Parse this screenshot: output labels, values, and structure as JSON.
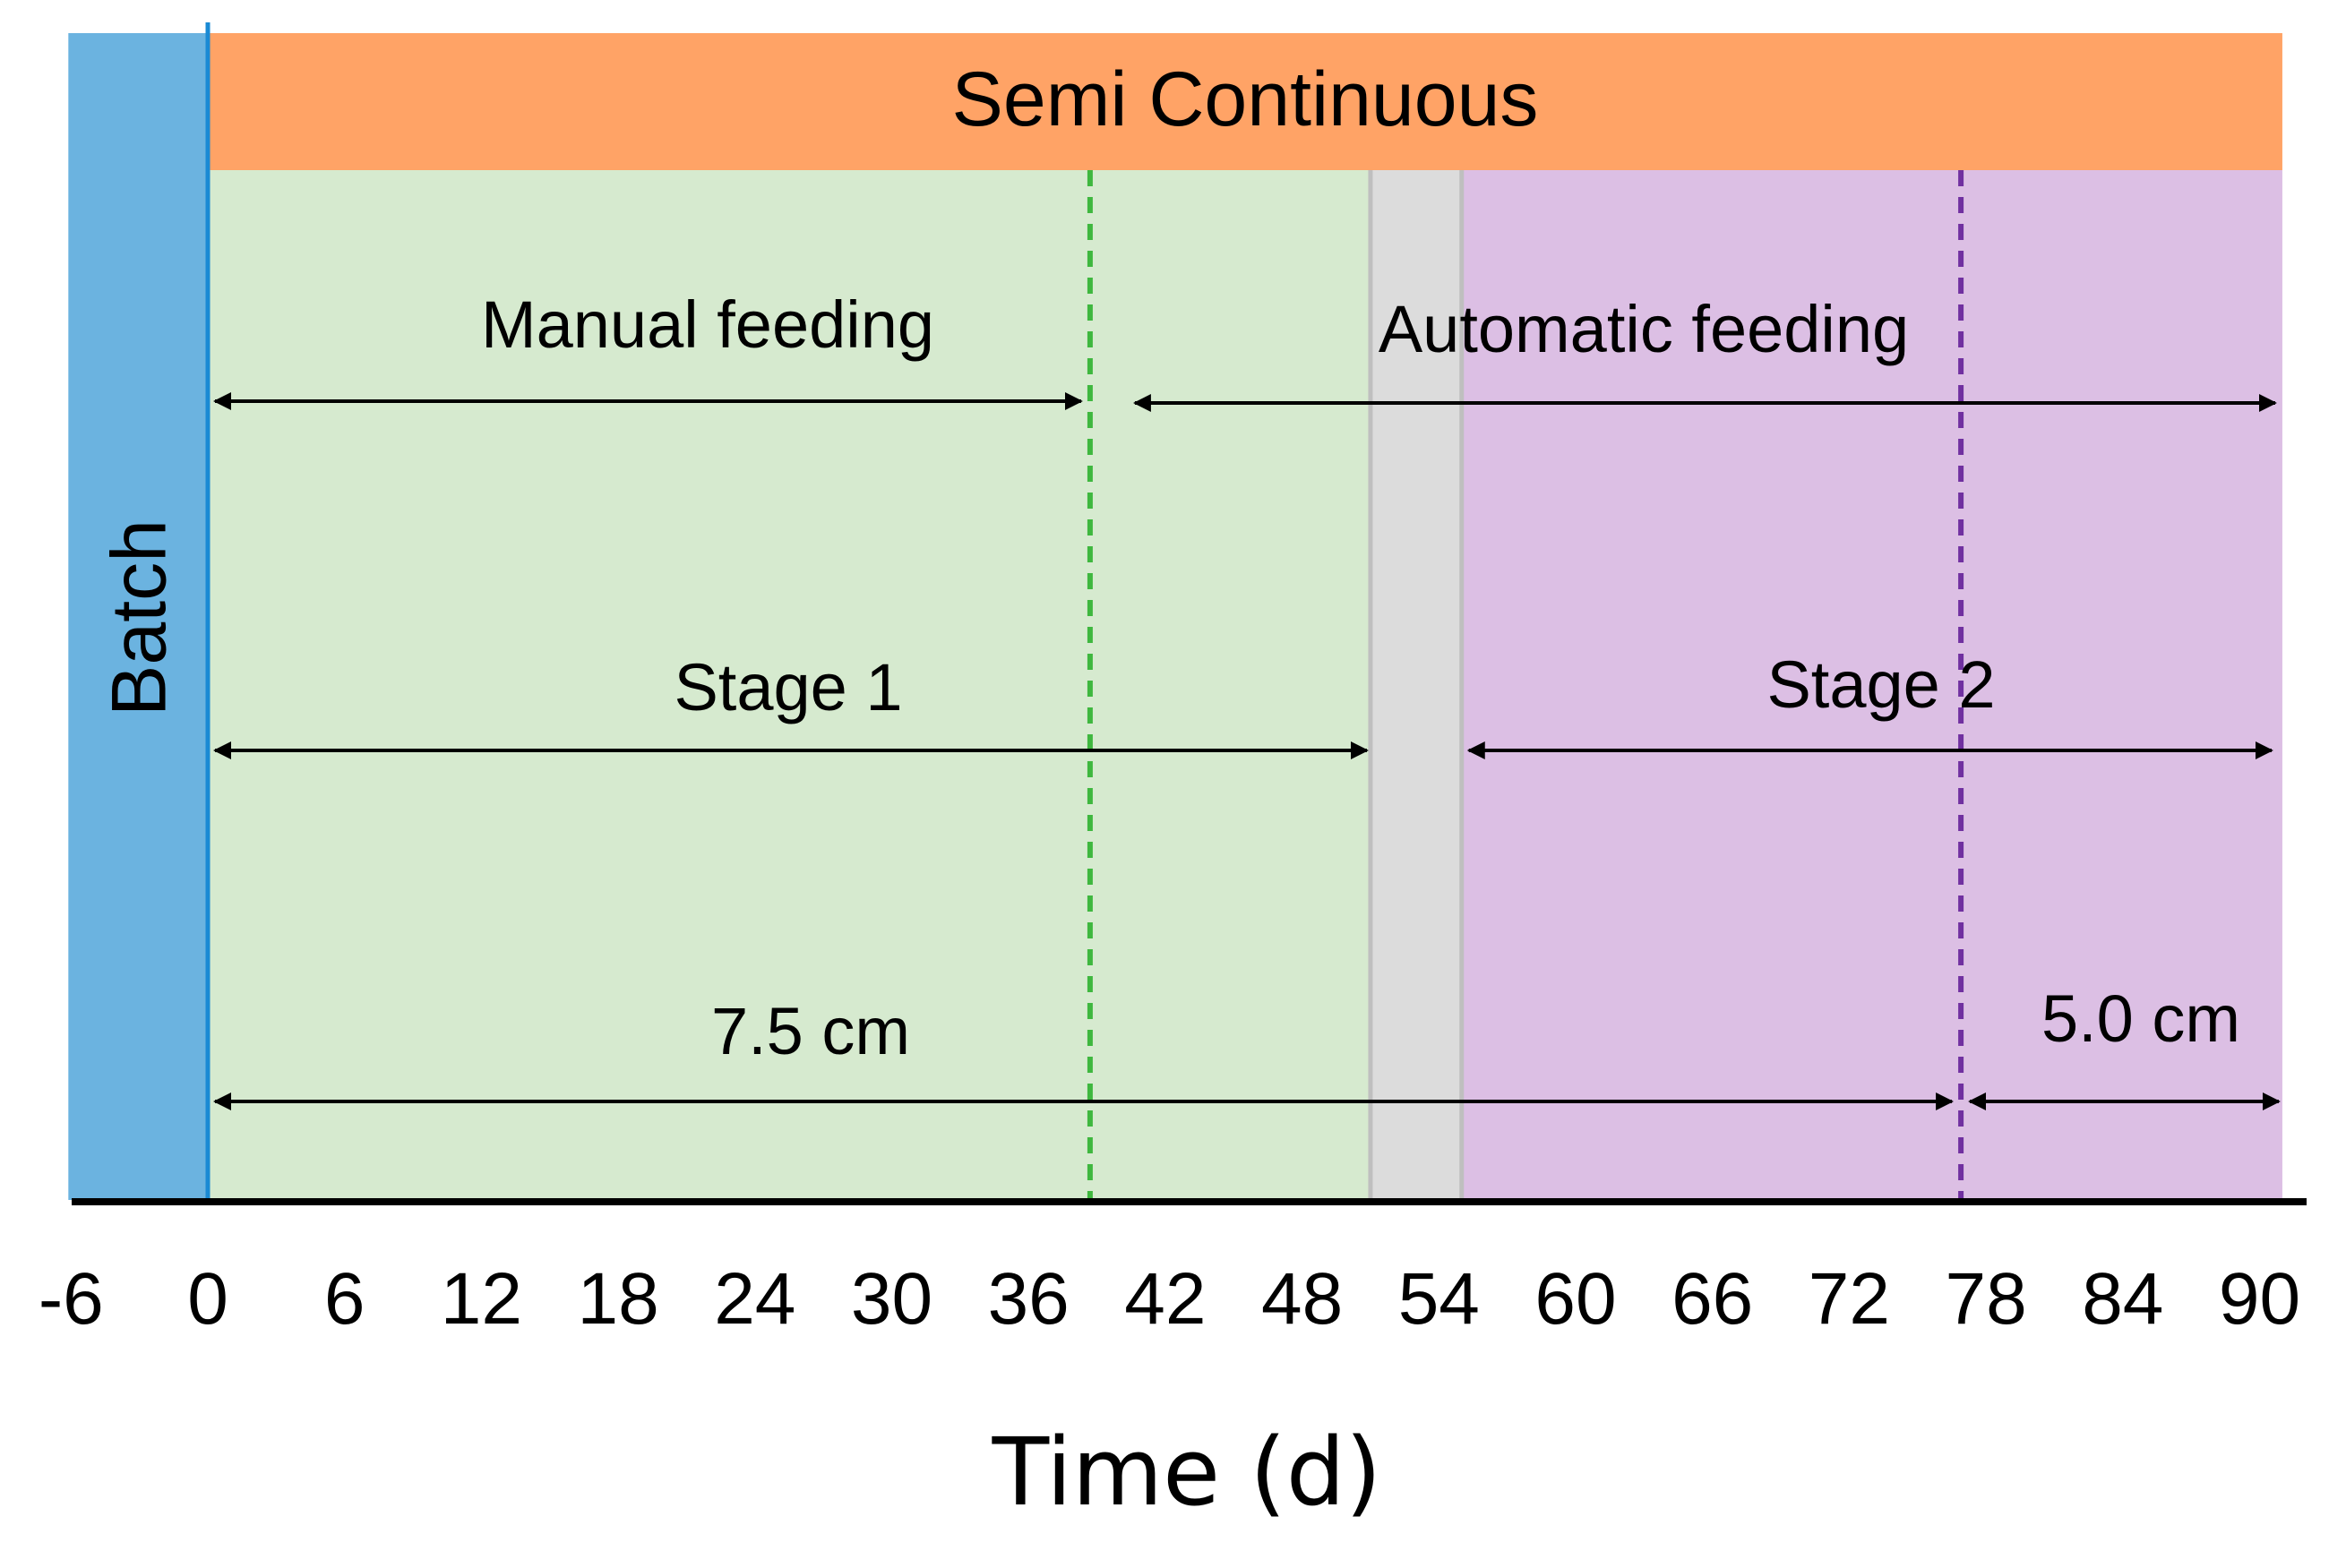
{
  "timeline": {
    "phases": {
      "batch": {
        "label": "Batch",
        "start": -6,
        "end": 0,
        "color": "#6bb3e0"
      },
      "semi_continuous": {
        "label": "Semi Continuous",
        "start": 0,
        "end": 91,
        "color": "#ffa366"
      }
    },
    "regions": [
      {
        "name": "stage1-region",
        "start": 0,
        "end": 51,
        "color": "#d6eacf"
      },
      {
        "name": "transition-region",
        "start": 51,
        "end": 55,
        "color": "#dcdcdc"
      },
      {
        "name": "stage2-region",
        "start": 55,
        "end": 91,
        "color": "#dcbfe4"
      }
    ],
    "markers": [
      {
        "name": "manual-automatic-divider",
        "at": 38.7,
        "color": "#3fb73f"
      },
      {
        "name": "bed-height-divider",
        "at": 76.9,
        "color": "#7030a0"
      }
    ],
    "spans": {
      "feeding": [
        {
          "label": "Manual feeding",
          "start": 0,
          "end": 38.7
        },
        {
          "label": "Automatic feeding",
          "start": 38.7,
          "end": 91
        }
      ],
      "stages": [
        {
          "label": "Stage 1",
          "start": 0,
          "end": 51
        },
        {
          "label": "Stage 2",
          "start": 55,
          "end": 91
        }
      ],
      "heights": [
        {
          "label": "7.5 cm",
          "start": 0,
          "end": 76.9
        },
        {
          "label": "5.0 cm",
          "start": 76.9,
          "end": 91
        }
      ]
    },
    "axis": {
      "title": "Time (d)",
      "ticks": [
        "-6",
        "0",
        "6",
        "12",
        "18",
        "24",
        "30",
        "36",
        "42",
        "48",
        "54",
        "60",
        "66",
        "72",
        "78",
        "84",
        "90"
      ]
    }
  }
}
